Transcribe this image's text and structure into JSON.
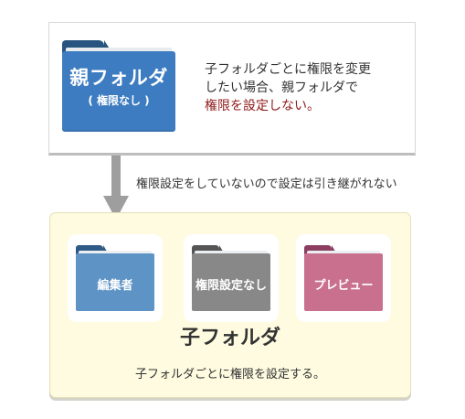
{
  "parent": {
    "folder_name": "親フォルダ",
    "folder_sub": "( 権限なし )",
    "desc_line1": "子フォルダごとに権限を変更",
    "desc_line2": "したい場合、親フォルダで",
    "desc_line3": "権限を設定しない。"
  },
  "arrow": {
    "note": "権限設定をしていないので設定は引き継がれない"
  },
  "child": {
    "folders": [
      {
        "label": "編集者",
        "color": "#5e93c6"
      },
      {
        "label": "権限設定なし",
        "color": "#888888"
      },
      {
        "label": "プレビュー",
        "color": "#c9708f"
      }
    ],
    "title": "子フォルダ",
    "desc": "子フォルダごとに権限を設定する。"
  },
  "colors": {
    "parent_folder": "#3d7cc0",
    "highlight_text": "#8f1a1a",
    "child_panel_bg": "#fefbe0",
    "arrow": "#9e9e9e"
  }
}
